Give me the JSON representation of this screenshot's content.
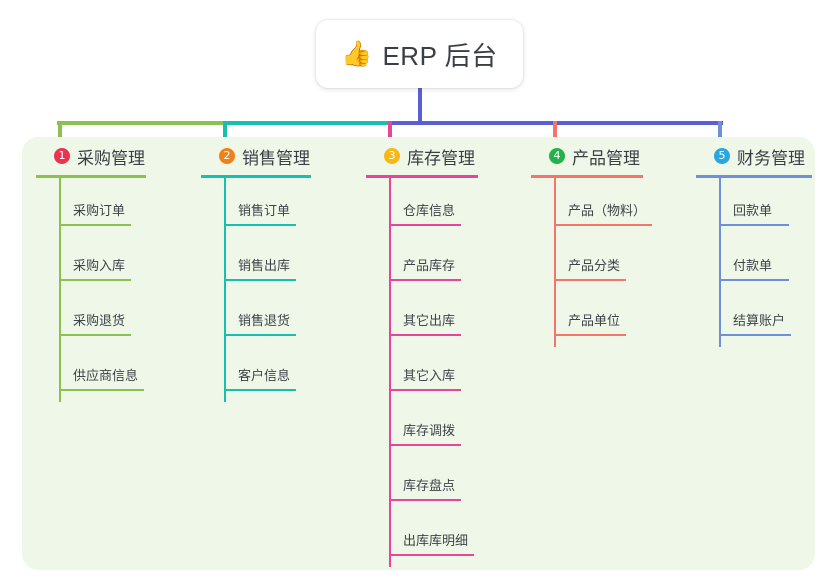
{
  "diagram": {
    "type": "mindmap",
    "title": "ERP 后台",
    "root": {
      "emoji": "👍",
      "icon_name": "thumbs-up-emoji",
      "label": "ERP 后台"
    },
    "panel_color": "#eff7e8",
    "trunk_color": "#5b5fd6",
    "branches": [
      {
        "number": "1",
        "label": "采购管理",
        "color": "#8cc152",
        "badge_color": "#e8344e",
        "children": [
          "采购订单",
          "采购入库",
          "采购退货",
          "供应商信息"
        ]
      },
      {
        "number": "2",
        "label": "销售管理",
        "color": "#18bfae",
        "badge_color": "#f08019",
        "children": [
          "销售订单",
          "销售出库",
          "销售退货",
          "客户信息"
        ]
      },
      {
        "number": "3",
        "label": "库存管理",
        "color": "#e8459a",
        "badge_color": "#f5b916",
        "children": [
          "仓库信息",
          "产品库存",
          "其它出库",
          "其它入库",
          "库存调拨",
          "库存盘点",
          "出库库明细"
        ]
      },
      {
        "number": "4",
        "label": "产品管理",
        "color": "#f4756b",
        "badge_color": "#23b24b",
        "children": [
          "产品（物料）",
          "产品分类",
          "产品单位"
        ]
      },
      {
        "number": "5",
        "label": "财务管理",
        "color": "#6f8fd8",
        "badge_color": "#29a8e0",
        "children": [
          "回款单",
          "付款单",
          "结算账户"
        ]
      }
    ],
    "connectors": [
      {
        "name": "segment-purchase",
        "color": "#8cc152"
      },
      {
        "name": "segment-sales",
        "color": "#18bfae"
      },
      {
        "name": "segment-right",
        "color": "#5b5fd6"
      },
      {
        "name": "drop-purchase",
        "color": "#8cc152"
      },
      {
        "name": "drop-sales",
        "color": "#18bfae"
      },
      {
        "name": "drop-inventory",
        "color": "#e8459a"
      },
      {
        "name": "drop-product",
        "color": "#f4756b"
      },
      {
        "name": "drop-finance",
        "color": "#6f8fd8"
      }
    ]
  }
}
